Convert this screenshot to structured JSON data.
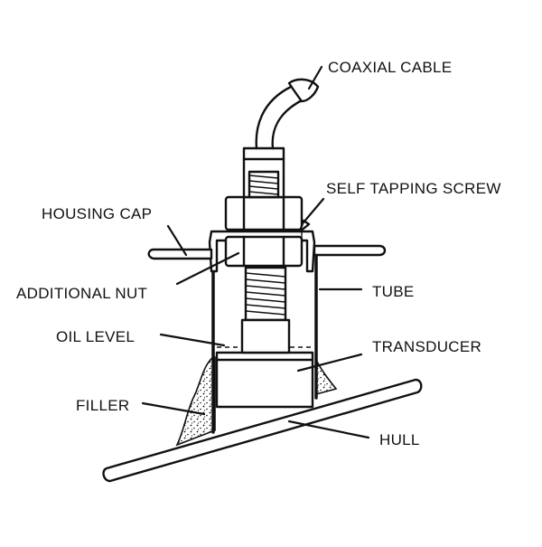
{
  "labels": {
    "coaxial_cable": "COAXIAL CABLE",
    "self_tapping_screw": "SELF TAPPING SCREW",
    "housing_cap": "HOUSING CAP",
    "additional_nut": "ADDITIONAL NUT",
    "tube": "TUBE",
    "oil_level": "OIL LEVEL",
    "transducer": "TRANSDUCER",
    "filler": "FILLER",
    "hull": "HULL"
  },
  "colors": {
    "ink": "#111111",
    "background": "#ffffff",
    "filler_stipple": "#111111"
  }
}
